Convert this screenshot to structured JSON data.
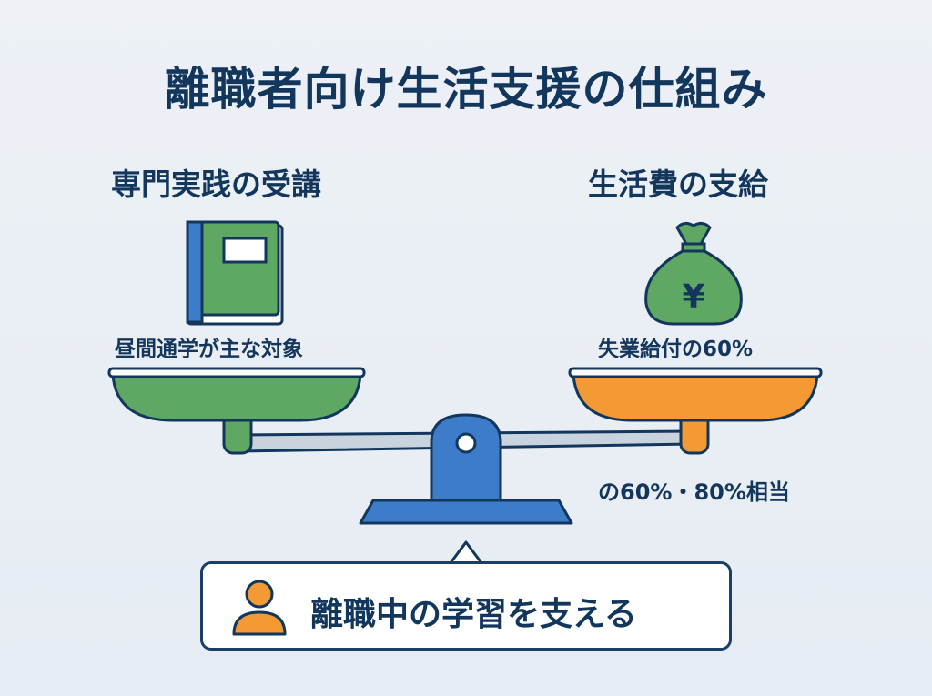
{
  "title": "離職者向け生活支援の仕組み",
  "left": {
    "heading": "専門実践の受講",
    "icon": "book-icon",
    "caption": "昼間通学が主な対象",
    "color": "#5fa863"
  },
  "right": {
    "heading": "生活費の支給",
    "icon": "money-bag-icon",
    "bag_symbol": "¥",
    "caption": "失業給付の60%",
    "note": "の60%・80%相当",
    "color": "#f39a35"
  },
  "callout": {
    "icon": "person-icon",
    "text": "離職中の学習を支える"
  },
  "colors": {
    "navy": "#12365c",
    "blue": "#3d7cc9",
    "green": "#5fa863",
    "orange": "#f39a35"
  }
}
